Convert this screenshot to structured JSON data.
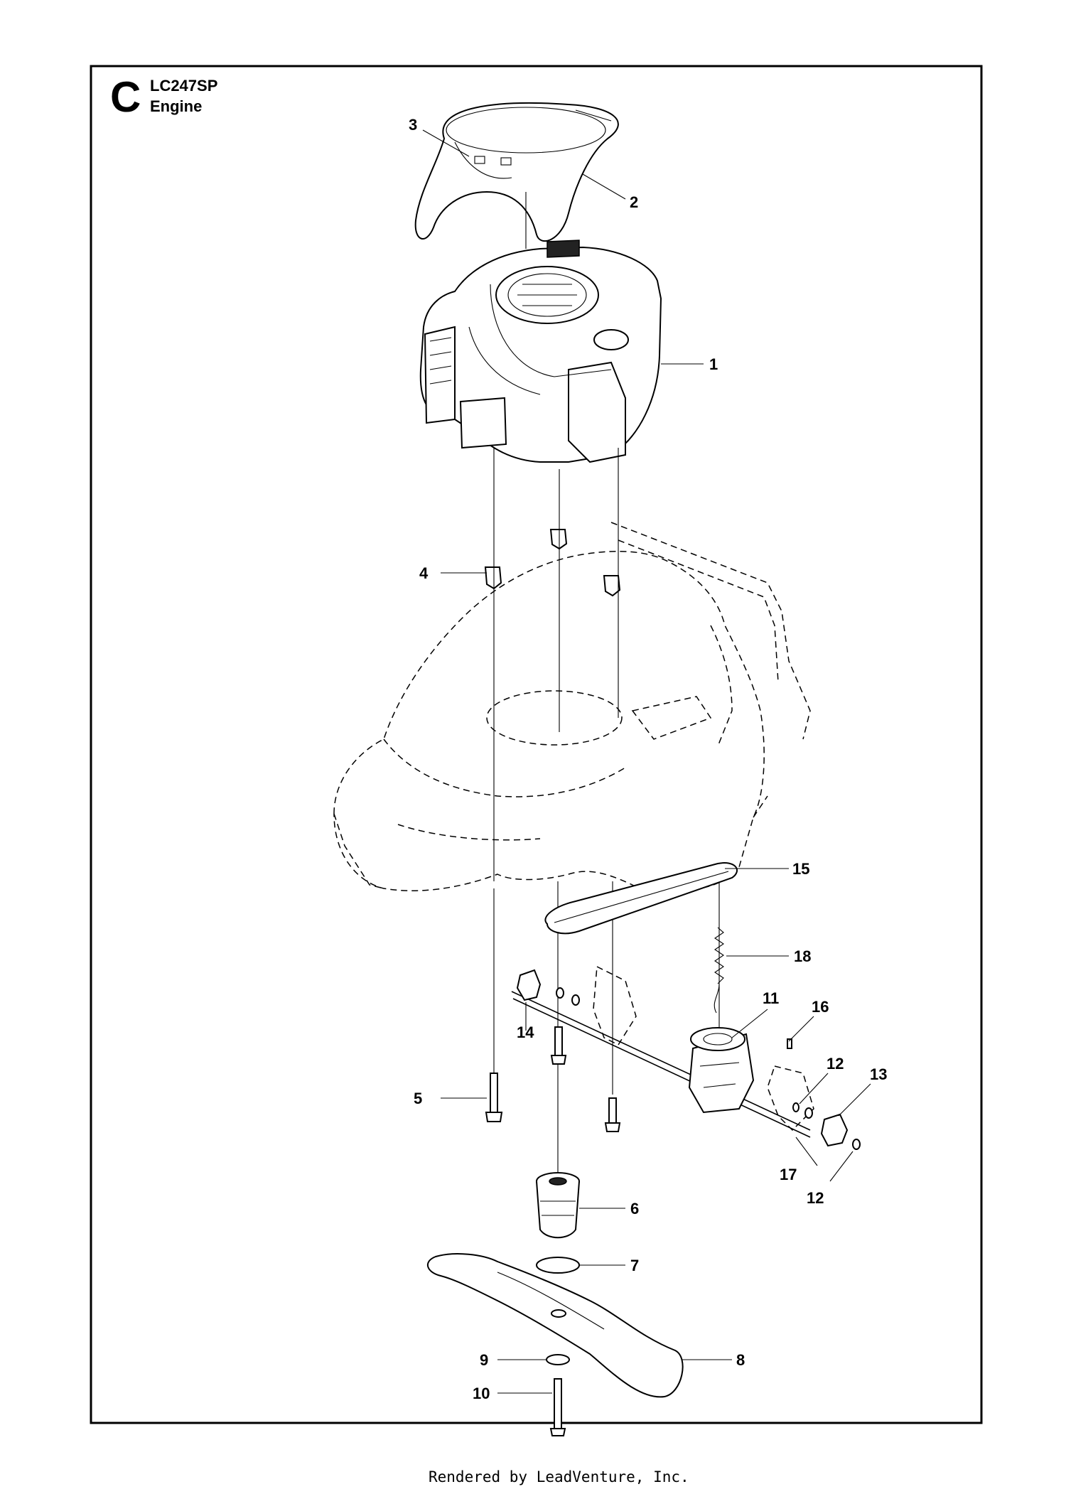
{
  "section_letter": "C",
  "model": "LC247SP",
  "section_title": "Engine",
  "footer": "Rendered by LeadVenture, Inc.",
  "callouts": [
    {
      "id": "callout-3",
      "label": "3"
    },
    {
      "id": "callout-2",
      "label": "2"
    },
    {
      "id": "callout-1",
      "label": "1"
    },
    {
      "id": "callout-4",
      "label": "4"
    },
    {
      "id": "callout-15",
      "label": "15"
    },
    {
      "id": "callout-18",
      "label": "18"
    },
    {
      "id": "callout-14",
      "label": "14"
    },
    {
      "id": "callout-11",
      "label": "11"
    },
    {
      "id": "callout-16",
      "label": "16"
    },
    {
      "id": "callout-12a",
      "label": "12"
    },
    {
      "id": "callout-13",
      "label": "13"
    },
    {
      "id": "callout-5",
      "label": "5"
    },
    {
      "id": "callout-17",
      "label": "17"
    },
    {
      "id": "callout-12b",
      "label": "12"
    },
    {
      "id": "callout-6",
      "label": "6"
    },
    {
      "id": "callout-7",
      "label": "7"
    },
    {
      "id": "callout-9",
      "label": "9"
    },
    {
      "id": "callout-8",
      "label": "8"
    },
    {
      "id": "callout-10",
      "label": "10"
    }
  ]
}
